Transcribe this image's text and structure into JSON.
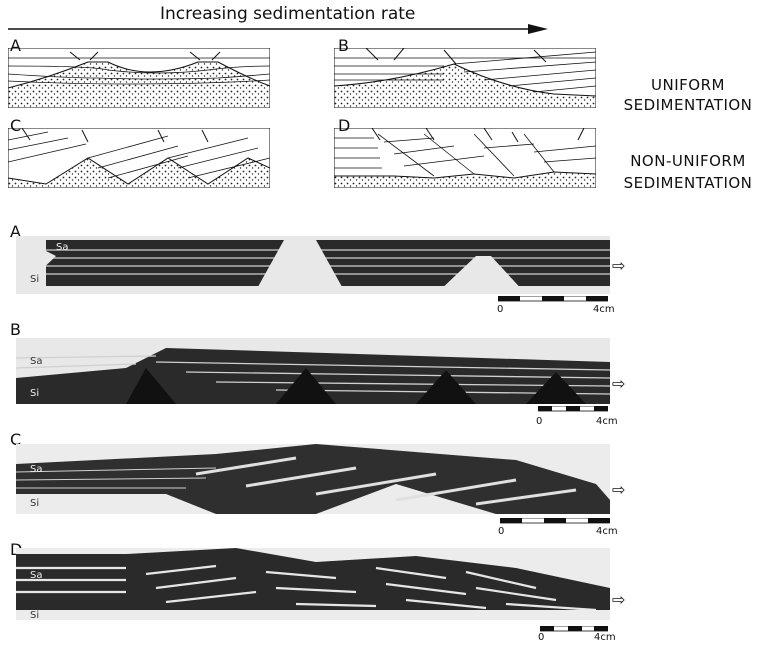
{
  "header": {
    "title": "Increasing sedimentation rate"
  },
  "sketches": {
    "panels": [
      {
        "letter": "A"
      },
      {
        "letter": "B"
      },
      {
        "letter": "C"
      },
      {
        "letter": "D"
      }
    ],
    "row_labels": {
      "uniform_line1": "UNIFORM",
      "uniform_line2": "SEDIMENTATION",
      "nonuniform_line1": "NON-UNIFORM",
      "nonuniform_line2": "SEDIMENTATION"
    }
  },
  "experiments": {
    "sections": [
      {
        "letter": "A",
        "sa": "Sa",
        "si": "Si",
        "scale_zero": "0",
        "scale_end": "4cm"
      },
      {
        "letter": "B",
        "sa": "Sa",
        "si": "Si",
        "scale_zero": "0",
        "scale_end": "4cm"
      },
      {
        "letter": "C",
        "sa": "Sa",
        "si": "Si",
        "scale_zero": "0",
        "scale_end": "4cm"
      },
      {
        "letter": "D",
        "sa": "Sa",
        "si": "Si",
        "scale_zero": "0",
        "scale_end": "4cm"
      }
    ]
  },
  "colors": {
    "ink": "#111111",
    "dark_layer": "#2a2a2a",
    "light_layer": "#e8e8e8"
  }
}
